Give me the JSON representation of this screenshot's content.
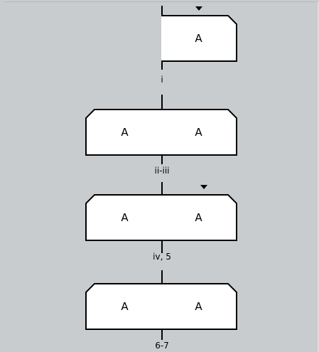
{
  "spreads": [
    {
      "left_label": "",
      "right_label": "A",
      "caption": "i",
      "current": true
    },
    {
      "left_label": "A",
      "right_label": "A",
      "caption": "ii-iii",
      "current": false
    },
    {
      "left_label": "A",
      "right_label": "A",
      "caption": "iv, 5",
      "current": true
    },
    {
      "left_label": "A",
      "right_label": "A",
      "caption": "6-7",
      "current": false
    }
  ]
}
